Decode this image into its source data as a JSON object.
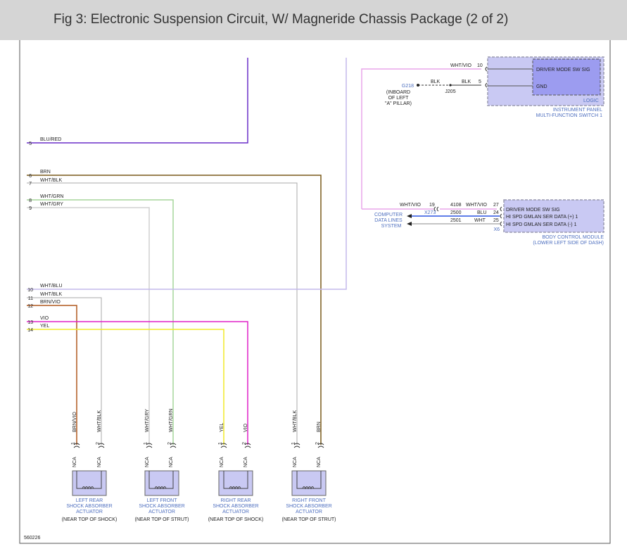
{
  "header": {
    "title": "Fig 3: Electronic Suspension Circuit, W/ Magneride Chassis Package (2 of 2)"
  },
  "left_pins": [
    {
      "pin": "5",
      "wire": "BLU/RED"
    },
    {
      "pin": "6",
      "wire": "BRN"
    },
    {
      "pin": "7",
      "wire": "WHT/BLK"
    },
    {
      "pin": "8",
      "wire": "WHT/GRN"
    },
    {
      "pin": "9",
      "wire": "WHT/GRY"
    },
    {
      "pin": "10",
      "wire": "WHT/BLU"
    },
    {
      "pin": "11",
      "wire": "WHT/BLK"
    },
    {
      "pin": "12",
      "wire": "BRN/VIO"
    },
    {
      "pin": "13",
      "wire": "VIO"
    },
    {
      "pin": "14",
      "wire": "YEL"
    }
  ],
  "ipc": {
    "pin10": "10",
    "pin5": "5",
    "sig": "DRIVER MODE SW SIG",
    "gnd": "GND",
    "logic": "LOGIC",
    "name1": "INSTRUMENT PANEL",
    "name2": "MULTI-FUNCTION SWITCH 1",
    "wire10": "WHT/VIO",
    "wire5": "BLK",
    "wire_g": "BLK",
    "ground": "G218",
    "ground_loc1": "(INBOARD",
    "ground_loc2": "OF LEFT",
    "ground_loc3": "\"A\" PILLAR)",
    "splice": "J205"
  },
  "bcm": {
    "pins": [
      "27",
      "24",
      "25"
    ],
    "rows": [
      "DRIVER MODE SW SIG",
      "HI SPD GMLAN SER DATA (+) 1",
      "HI SPD GMLAN SER DATA (-) 1"
    ],
    "wires": [
      "WHT/VIO",
      "BLU",
      "WHT"
    ],
    "circuits": [
      "4108",
      "2500",
      "2501"
    ],
    "conn_pin": "19",
    "conn_wire": "WHT/VIO",
    "connector": "X273",
    "x6": "X6",
    "name1": "BODY CONTROL MODULE",
    "name2": "(LOWER LEFT SIDE OF DASH)",
    "cdls1": "COMPUTER",
    "cdls2": "DATA LINES",
    "cdls3": "SYSTEM"
  },
  "actuators": [
    {
      "wire1": "BRN/VIO",
      "wire2": "WHT/BLK",
      "line1": "LEFT REAR",
      "line2": "SHOCK ABSORBER",
      "line3": "ACTUATOR",
      "loc": "(NEAR TOP OF SHOCK)"
    },
    {
      "wire1": "WHT/GRY",
      "wire2": "WHT/GRN",
      "line1": "LEFT FRONT",
      "line2": "SHOCK ABSORBER",
      "line3": "ACTUATOR",
      "loc": "(NEAR TOP OF STRUT)"
    },
    {
      "wire1": "YEL",
      "wire2": "VIO",
      "line1": "RIGHT REAR",
      "line2": "SHOCK ABSORBER",
      "line3": "ACTUATOR",
      "loc": "(NEAR TOP OF SHOCK)"
    },
    {
      "wire1": "WHT/BLK",
      "wire2": "BRN",
      "line1": "RIGHT FRONT",
      "line2": "SHOCK ABSORBER",
      "line3": "ACTUATOR",
      "loc": "(NEAR TOP OF STRUT)"
    }
  ],
  "actuator_pins": {
    "p1": "1",
    "p2": "2",
    "nca": "NCA"
  },
  "footer": {
    "code": "560226"
  },
  "colors": {
    "purple": "#6a2fc8",
    "brown": "#7a5a1a",
    "gray": "#a8a8a8",
    "green": "#a6d59c",
    "lavender": "#c3b8ec",
    "light_gray": "#d0d0d0",
    "rust": "#b0581f",
    "magenta": "#e020c8",
    "yellow": "#f0ea2a",
    "pink": "#e8a6ea",
    "blue": "#2a52e0",
    "box_fill": "#c9c9f3",
    "box_border": "#9a9ab0"
  }
}
